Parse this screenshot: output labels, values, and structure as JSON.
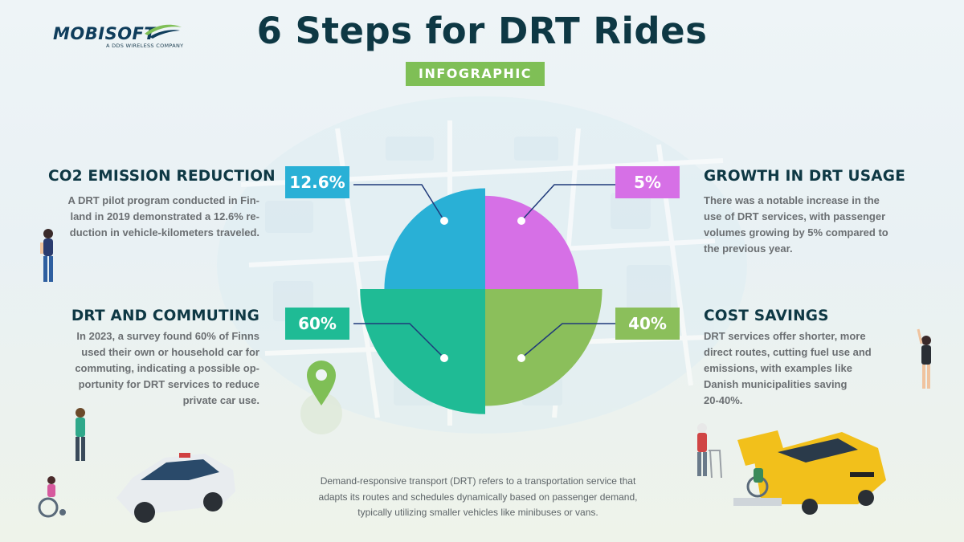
{
  "header": {
    "logo_word": "MOBISOFT",
    "logo_sub": "A DDS WIRELESS COMPANY",
    "title": "6 Steps for DRT Rides",
    "badge": "INFOGRAPHIC"
  },
  "colors": {
    "blue": "#29b0d6",
    "purple": "#d670e6",
    "green": "#8bbf5b",
    "teal": "#1fbb95",
    "title": "#0e3844",
    "badge": "#7fbf56",
    "connector": "#1f3a7a"
  },
  "sections": {
    "co2": {
      "title": "CO2 EMISSION REDUCTION",
      "lines": [
        "A DRT pilot program conducted in Fin-",
        "land in 2019 demonstrated a 12.6% re-",
        "duction in vehicle-kilometers traveled."
      ]
    },
    "commuting": {
      "title": "DRT AND COMMUTING",
      "lines": [
        "In 2023, a survey found 60% of Finns",
        "used their own or household car for",
        "commuting, indicating a possible op-",
        "portunity for DRT services to reduce",
        "private car use."
      ]
    },
    "growth": {
      "title": "GROWTH IN DRT USAGE",
      "lines": [
        "There was a notable increase in the",
        "use of DRT services, with passenger",
        "volumes growing by 5% compared to",
        "the previous year."
      ]
    },
    "cost": {
      "title": "COST SAVINGS",
      "lines": [
        "DRT services offer shorter, more",
        "direct routes, cutting fuel use and",
        "emissions, with examples like",
        "Danish municipalities saving",
        "20-40%."
      ]
    }
  },
  "footer": {
    "lines": [
      "Demand-responsive transport (DRT) refers to a transportation service that",
      "adapts its routes and schedules dynamically based on passenger demand,",
      "typically utilizing smaller vehicles like minibuses or vans."
    ]
  },
  "illustrations": [
    "woman-icon",
    "man-icon",
    "wheelchair-user-icon",
    "car-icon",
    "location-pin-icon",
    "man-with-walker-icon",
    "waving-woman-icon",
    "taxi-van-icon"
  ],
  "chart_data": {
    "type": "pie",
    "title": "",
    "slices": [
      {
        "label": "12.6%",
        "value": 12.6,
        "color": "#29b0d6"
      },
      {
        "label": "5%",
        "value": 5,
        "color": "#d670e6"
      },
      {
        "label": "40%",
        "value": 40,
        "color": "#8bbf5b"
      },
      {
        "label": "60%",
        "value": 60,
        "color": "#1fbb95"
      }
    ]
  }
}
